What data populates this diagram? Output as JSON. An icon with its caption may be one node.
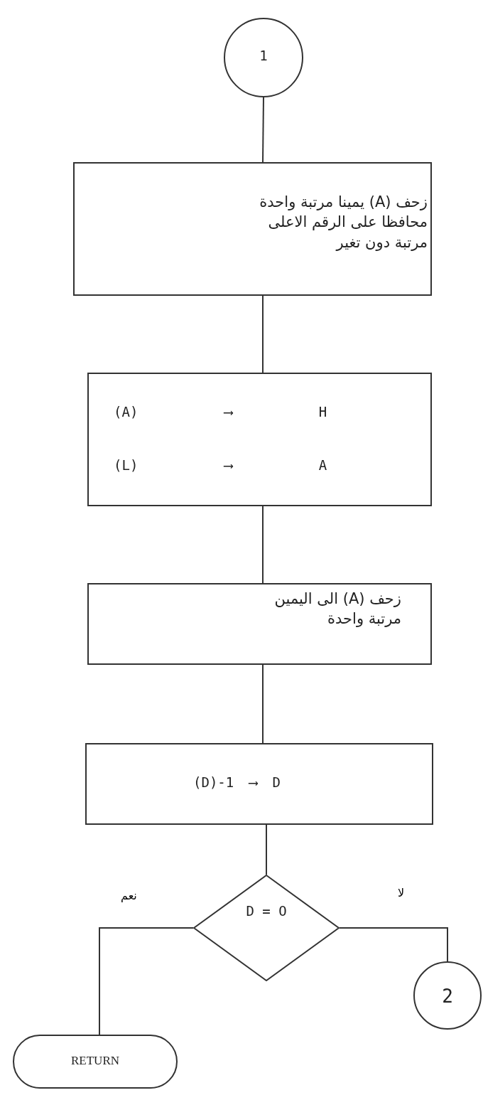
{
  "diagram": {
    "nodes": [
      {
        "text": [
          "1"
        ]
      },
      {
        "text": [
          "زحف (A) يمينا مرتبة واحدة محافظا على الرقم الاعلى مرتبة دون تغير"
        ]
      },
      {
        "text": [
          "(A) ⟶ H",
          "(L) ⟶ A"
        ]
      },
      {
        "text": [
          "زحف (A) الى اليمين مرتبة واحدة"
        ]
      },
      {
        "text": [
          "(D)-1 ⟶ D"
        ]
      },
      {
        "text": [
          "D = O"
        ]
      },
      {
        "text": [
          "2"
        ]
      },
      {
        "text": [
          "RETURN"
        ]
      }
    ],
    "edges": [
      {
        "from": 0,
        "to": 1,
        "arrow": "none"
      },
      {
        "from": 1,
        "to": 2,
        "arrow": "none"
      },
      {
        "from": 2,
        "to": 3,
        "arrow": "none"
      },
      {
        "from": 3,
        "to": 4,
        "arrow": "none"
      },
      {
        "from": 4,
        "to": 5,
        "arrow": "none"
      },
      {
        "from": 5,
        "to": 7,
        "label": "نعم",
        "arrow": "none"
      },
      {
        "from": 5,
        "to": 6,
        "label": "لا",
        "arrow": "none"
      }
    ]
  }
}
